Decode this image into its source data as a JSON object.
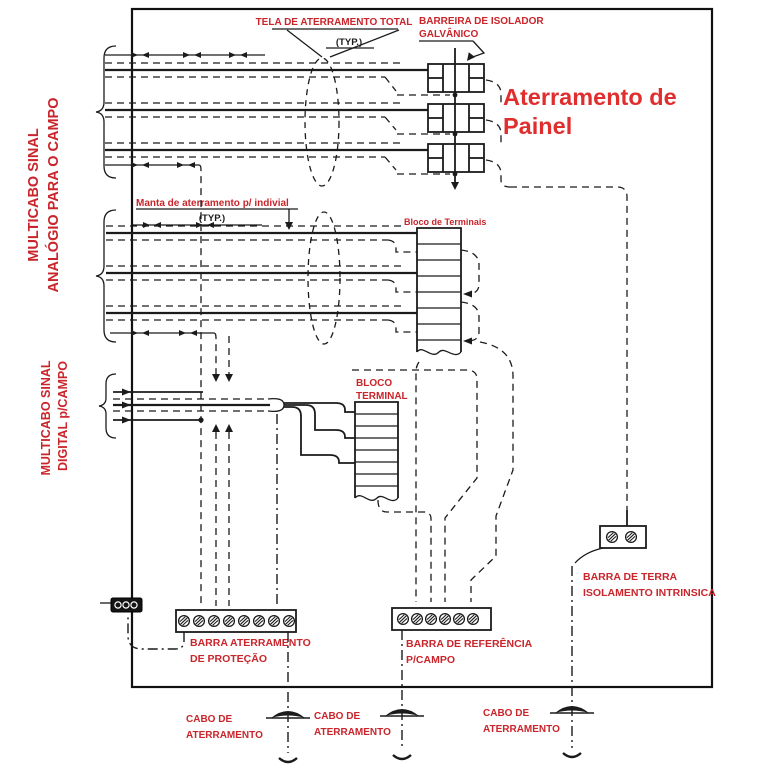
{
  "colors": {
    "label_red": "#c9252b",
    "title_red": "#e02d2d",
    "line_black": "#1b1b1b"
  },
  "labels": {
    "left_analog": [
      "MULTICABO SINAL",
      "ANALÓGIO PARA O CAMPO"
    ],
    "left_digital": [
      "MULTICABO SINAL",
      "DIGITAL p/CAMPO"
    ],
    "tela": "TELA DE ATERRAMENTO TOTAL",
    "tela_typ": "(TYP.)",
    "barreira": [
      "BARREIRA DE ISOLADOR",
      "GALVÂNICO"
    ],
    "panel_ground_title": [
      "Aterramento de",
      "Painel"
    ],
    "manta": "Manta de aterramento p/ indivial",
    "manta_typ": "(TYP.)",
    "bloco_terminais": "Bloco de Terminais",
    "bloco_terminal": [
      "BLOCO",
      "TERMINAL"
    ],
    "barra_terra": [
      "BARRA DE TERRA",
      "ISOLAMENTO INTRINSICA"
    ],
    "barra_protecao": [
      "BARRA ATERRAMENTO",
      "DE PROTEÇÃO"
    ],
    "barra_referencia": [
      "BARRA DE REFERÊNCIA",
      "P/CAMPO"
    ],
    "cabo": [
      "CABO DE",
      "ATERRAMENTO"
    ]
  },
  "symbols": {
    "ground_arc": "earth-shield-arc",
    "screw": "screw-terminal",
    "bushing": "wall-bushing-gland",
    "shield_ellipse": "overall-shield-ellipse"
  }
}
